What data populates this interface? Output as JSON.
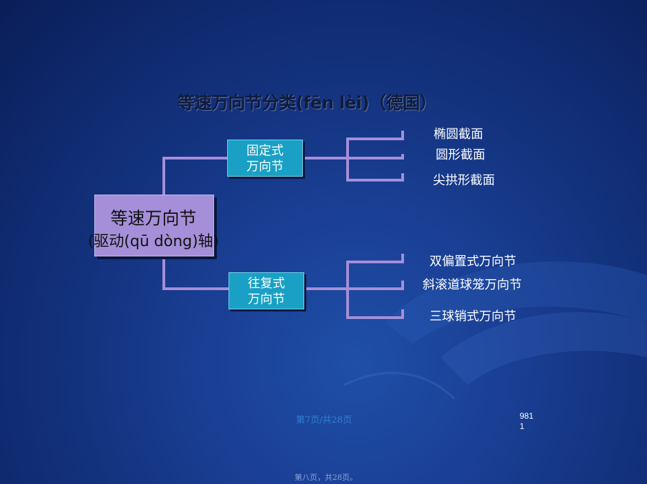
{
  "title": "等速万向节分类(fēn lèi)（德国）",
  "root": {
    "line1": "等速万向节",
    "line2": "(驱动(qū dòng)轴)"
  },
  "branches": [
    {
      "line1": "固定式",
      "line2": "万向节",
      "children": [
        "椭圆截面",
        "圆形截面",
        "尖拱形截面"
      ]
    },
    {
      "line1": "往复式",
      "line2": "万向节",
      "children": [
        "双偏置式万向节",
        "斜滚道球笼万向节",
        "三球销式万向节"
      ]
    }
  ],
  "footer": {
    "page_label": "第7页/共28页",
    "slide_number_line1": "981",
    "slide_number_line2": "1",
    "bottom_label": "第八页，共28页。"
  },
  "colors": {
    "background": "#16388c",
    "connector": "#a58fd9",
    "root_box": "#a58fd9",
    "branch_box": "#1aa0c4"
  }
}
